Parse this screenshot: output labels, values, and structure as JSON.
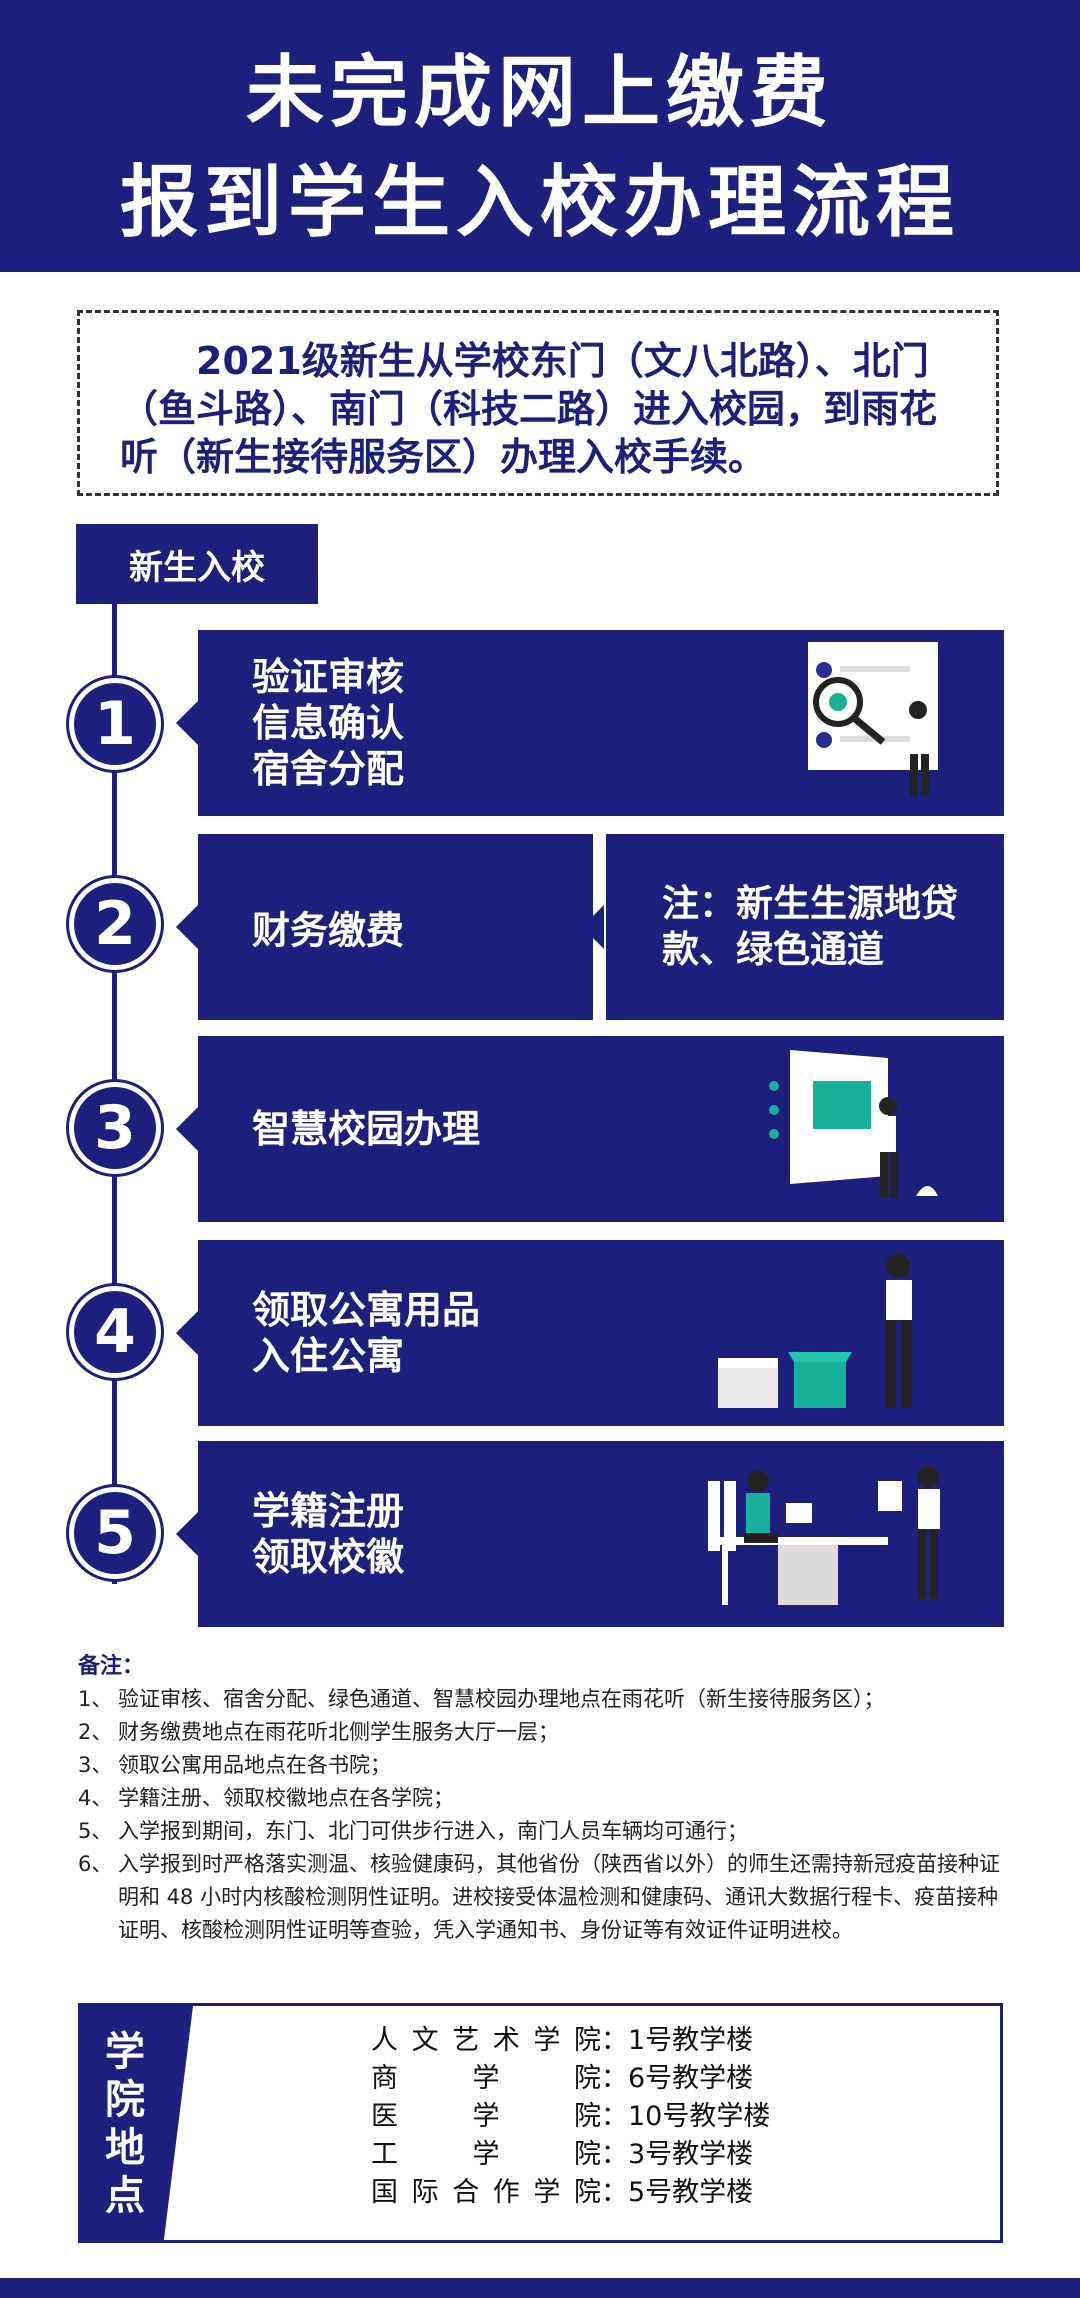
{
  "header": {
    "line1": "未完成网上缴费",
    "line2": "报到学生入校办理流程"
  },
  "intro": "2021级新生从学校东门（文八北路）、北门（鱼斗路）、南门（科技二路）进入校园，到雨花听（新生接待服务区）办理入校手续。",
  "section_tab": "新生入校",
  "steps": [
    {
      "num": "1",
      "lines": [
        "验证审核",
        "信息确认",
        "宿舍分配"
      ]
    },
    {
      "num": "2",
      "lines": [
        "财务缴费"
      ],
      "note_lines": [
        "注：新生生源地贷",
        "款、绿色通道"
      ]
    },
    {
      "num": "3",
      "lines": [
        "智慧校园办理"
      ]
    },
    {
      "num": "4",
      "lines": [
        "领取公寓用品",
        "入住公寓"
      ]
    },
    {
      "num": "5",
      "lines": [
        "学籍注册",
        "领取校徽"
      ]
    }
  ],
  "notes": {
    "title": "备注：",
    "items": [
      {
        "idx": "1、",
        "text": "验证审核、宿舍分配、绿色通道、智慧校园办理地点在雨花听（新生接待服务区）；"
      },
      {
        "idx": "2、",
        "text": "财务缴费地点在雨花听北侧学生服务大厅一层；"
      },
      {
        "idx": "3、",
        "text": "领取公寓用品地点在各书院；"
      },
      {
        "idx": "4、",
        "text": "学籍注册、领取校徽地点在各学院；"
      },
      {
        "idx": "5、",
        "text": "入学报到期间，东门、北门可供步行进入，南门人员车辆均可通行；"
      },
      {
        "idx": "6、",
        "text": "入学报到时严格落实测温、核验健康码，其他省份（陕西省以外）的师生还需持新冠疫苗接种证明和 48 小时内核酸检测阴性证明。进校接受体温检测和健康码、通讯大数据行程卡、疫苗接种证明、核酸检测阴性证明等查验，凭入学通知书、身份证等有效证件证明进校。"
      }
    ]
  },
  "colleges": {
    "side_label": [
      "学",
      "院",
      "地",
      "点"
    ],
    "list": [
      {
        "name": "人文艺术学院",
        "place": "1号教学楼"
      },
      {
        "name": "商学院",
        "place": "6号教学楼"
      },
      {
        "name": "医学院",
        "place": "10号教学楼"
      },
      {
        "name": "工学院",
        "place": "3号教学楼"
      },
      {
        "name": "国际合作学院",
        "place": "5号教学楼"
      }
    ]
  }
}
